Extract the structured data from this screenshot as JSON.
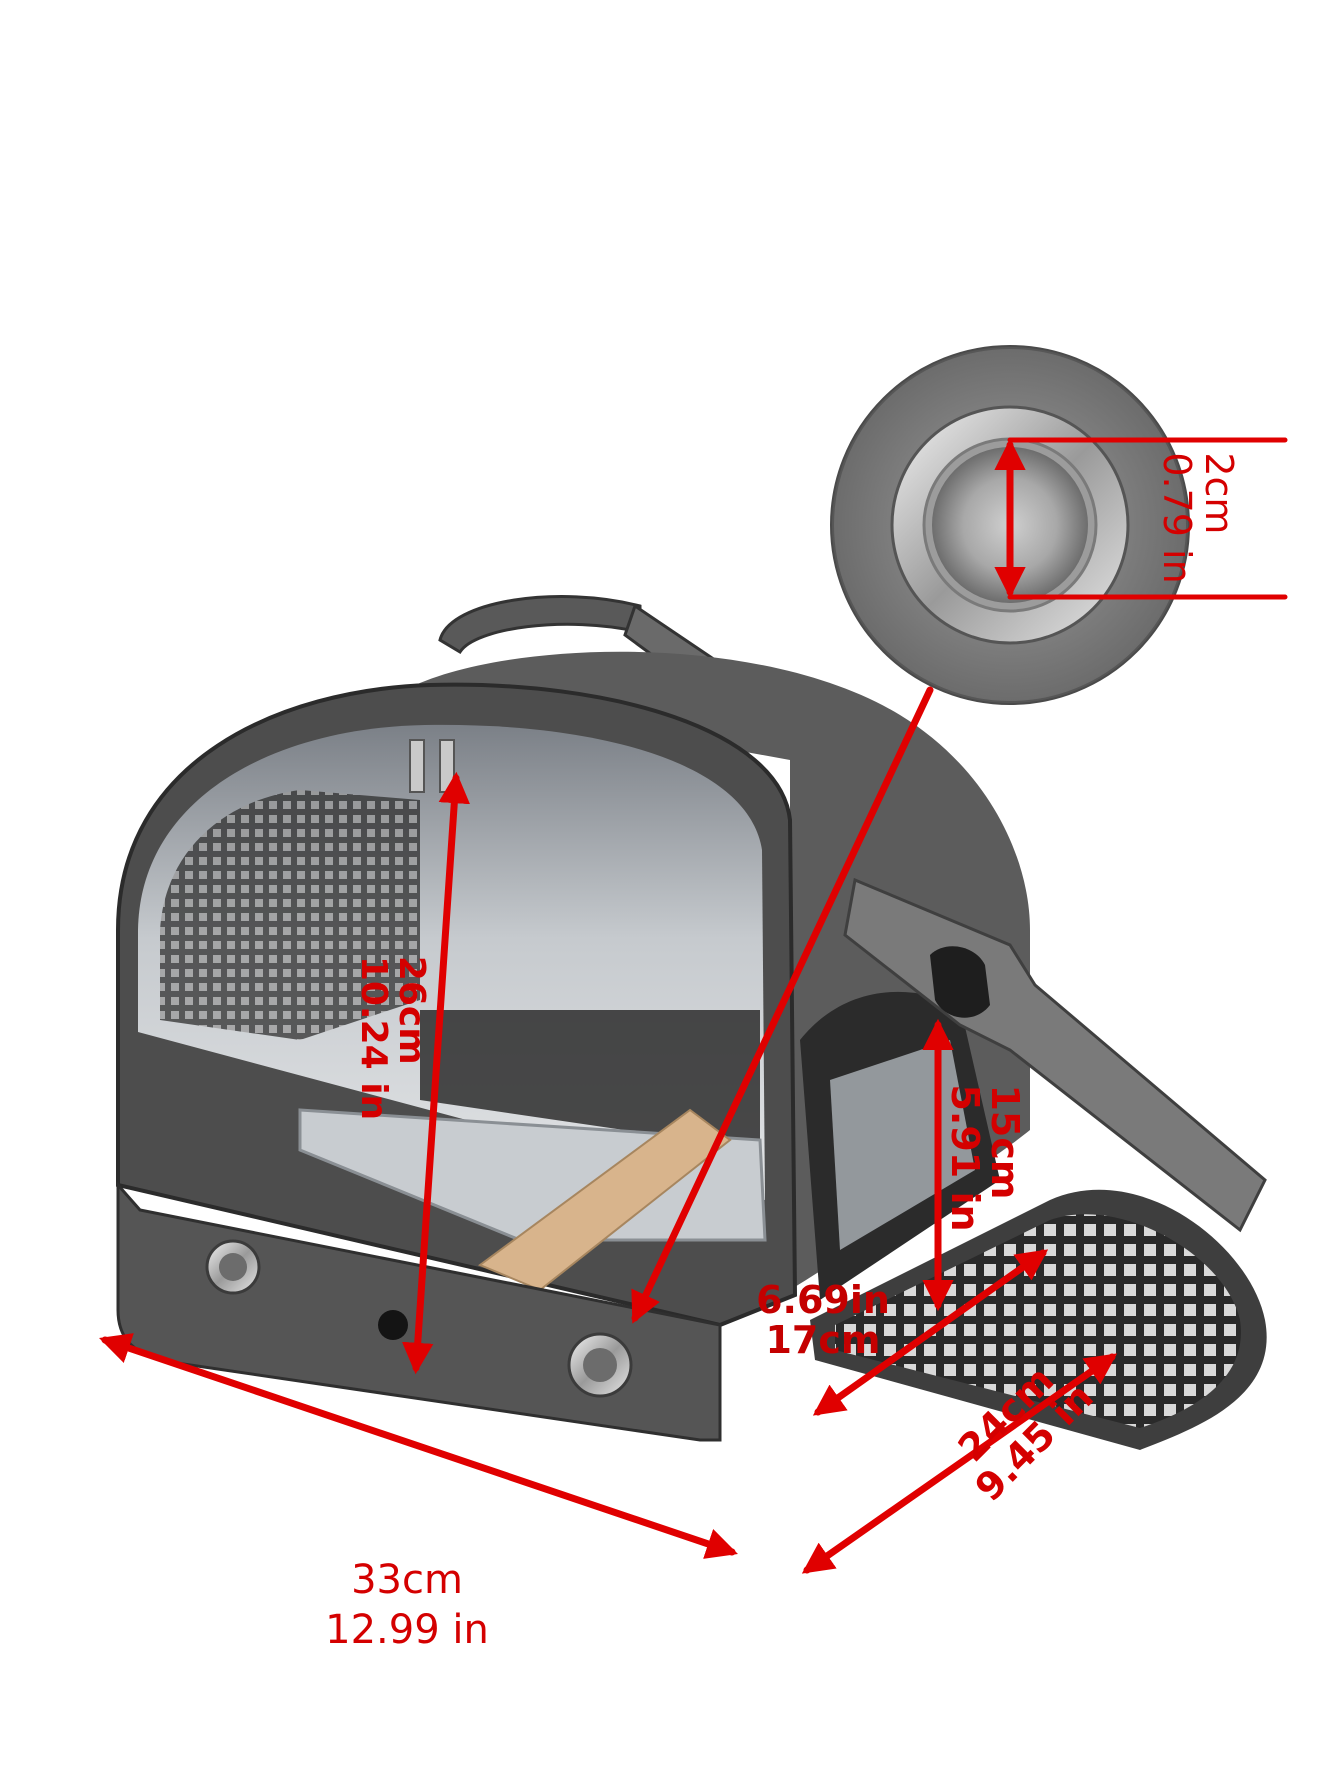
{
  "colors": {
    "background": "#ffffff",
    "fabric": "#5c5c5c",
    "fabric_dark": "#3f3f3f",
    "window": "#b9bec4",
    "tray": "#c8ccd0",
    "perch": "#d8b48c",
    "dimension_red": "#e00000",
    "label_red": "#d40000",
    "label_dark": "#c40000"
  },
  "icons": {
    "eyelet": "ring-vent-icon",
    "dimension_arrow": "double-headed-arrow-icon"
  },
  "dimensions": {
    "vent_hole": {
      "cm": "2cm",
      "in": "0.79 in"
    },
    "height": {
      "cm": "26cm",
      "in": "10.24 in"
    },
    "side_door_height": {
      "cm": "15cm",
      "in": "5.91 in"
    },
    "side_door_width": {
      "in": "6.69in",
      "cm": "17cm"
    },
    "flap_depth": {
      "cm": "24cm",
      "in": "9.45 in"
    },
    "length": {
      "cm": "33cm",
      "in": "12.99 in"
    }
  }
}
